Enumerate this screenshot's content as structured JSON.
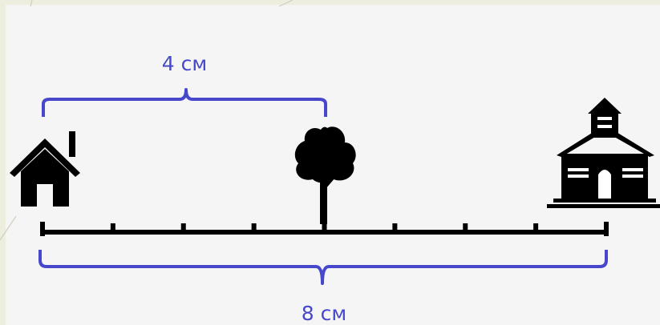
{
  "labels": {
    "top_distance": "4 см",
    "bottom_distance": "8 см"
  },
  "colors": {
    "brace": "#4747cc",
    "ruler": "#000000",
    "background": "#f5f5f5"
  },
  "ruler": {
    "divisions": 8
  },
  "icons": [
    "house-icon",
    "tree-icon",
    "school-icon"
  ]
}
